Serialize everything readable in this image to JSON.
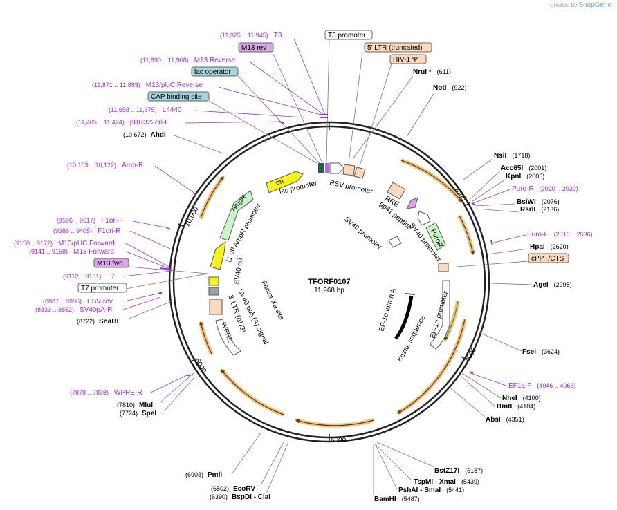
{
  "credit": {
    "prefix": "Created by",
    "brand": "SnapGene"
  },
  "plasmid": {
    "name": "TFORF0107",
    "length": 11968,
    "length_label": "11,968 bp"
  },
  "ticks": [
    {
      "pos": 2000,
      "label": "2000"
    },
    {
      "pos": 4000,
      "label": "4000"
    },
    {
      "pos": 6000,
      "label": "6000"
    },
    {
      "pos": 8000,
      "label": "8000"
    },
    {
      "pos": 10000,
      "label": "10,000"
    }
  ],
  "sites_right": [
    {
      "name": "NruI *",
      "pos_label": "(611)",
      "pos": 611
    },
    {
      "name": "NotI",
      "pos_label": "(922)",
      "pos": 922
    },
    {
      "name": "NsiI",
      "pos_label": "(1718)",
      "pos": 1718
    },
    {
      "name": "Acc65I",
      "pos_label": "(2001)",
      "pos": 2001
    },
    {
      "name": "KpnI",
      "pos_label": "(2005)",
      "pos": 2005
    },
    {
      "name": "BsiWI",
      "pos_label": "(2076)",
      "pos": 2076
    },
    {
      "name": "RsrII",
      "pos_label": "(2136)",
      "pos": 2136
    },
    {
      "name": "HpaI",
      "pos_label": "(2620)",
      "pos": 2620
    },
    {
      "name": "AgeI",
      "pos_label": "(2998)",
      "pos": 2998
    },
    {
      "name": "FseI",
      "pos_label": "(3624)",
      "pos": 3624
    },
    {
      "name": "NheI",
      "pos_label": "(4100)",
      "pos": 4100
    },
    {
      "name": "BmtI",
      "pos_label": "(4104)",
      "pos": 4104
    },
    {
      "name": "AbsI",
      "pos_label": "(4351)",
      "pos": 4351
    },
    {
      "name": "BstZ17I",
      "pos_label": "(5187)",
      "pos": 5187
    },
    {
      "name": "TspMI - XmaI",
      "pos_label": "(5439)",
      "pos": 5439
    },
    {
      "name": "PshAI - SmaI",
      "pos_label": "(5441)",
      "pos": 5441
    },
    {
      "name": "BamHI",
      "pos_label": "(5487)",
      "pos": 5487
    }
  ],
  "sites_left": [
    {
      "name": "AhdI",
      "pos_label": "(10,672)",
      "pos": 10672
    },
    {
      "name": "SnaBI",
      "pos_label": "(8722)",
      "pos": 8722
    },
    {
      "name": "MluI",
      "pos_label": "(7810)",
      "pos": 7810
    },
    {
      "name": "SpeI",
      "pos_label": "(7724)",
      "pos": 7724
    },
    {
      "name": "PmlI",
      "pos_label": "(6903)",
      "pos": 6903
    },
    {
      "name": "EcoRV",
      "pos_label": "(6502)",
      "pos": 6502
    },
    {
      "name": "BspDI - ClaI",
      "pos_label": "(6390)",
      "pos": 6390
    }
  ],
  "primers_left": [
    {
      "range": "(11,925 .. 11,945)",
      "name": "T3",
      "pos": 11935
    },
    {
      "range": "(11,890 .. 11,906)",
      "name": "M13 Reverse",
      "pos": 11898
    },
    {
      "range": "(11,871 .. 11,893)",
      "name": "M13/pUC Reverse",
      "pos": 11882
    },
    {
      "range": "(11,658 .. 11,675)",
      "name": "L4440",
      "pos": 11666
    },
    {
      "range": "(11,405 .. 11,424)",
      "name": "pBR322ori-F",
      "pos": 11414
    },
    {
      "range": "(10,103 .. 10,122)",
      "name": "Amp-R",
      "pos": 10112
    },
    {
      "range": "(9596 .. 9617)",
      "name": "F1ori-F",
      "pos": 9606
    },
    {
      "range": "(9386 .. 9405)",
      "name": "F1ori-R",
      "pos": 9395
    },
    {
      "range": "(9150 .. 9172)",
      "name": "M13/pUC Forward",
      "pos": 9161
    },
    {
      "range": "(9141 .. 9158)",
      "name": "M13 Forward",
      "pos": 9150
    },
    {
      "range": "(9112 .. 9131)",
      "name": "T7",
      "pos": 9121
    },
    {
      "range": "(8887 .. 8906)",
      "name": "EBV-rev",
      "pos": 8896
    },
    {
      "range": "(8833 .. 8852)",
      "name": "SV40pA-R",
      "pos": 8842
    },
    {
      "range": "(7878 .. 7898)",
      "name": "WPRE-R",
      "pos": 7888
    }
  ],
  "primers_right": [
    {
      "name": "Puro-R",
      "range": "(2020 .. 2039)",
      "pos": 2030
    },
    {
      "name": "Puro-F",
      "range": "(2516 .. 2536)",
      "pos": 2526
    },
    {
      "name": "EF1a-F",
      "range": "(4046 .. 4066)",
      "pos": 4056
    }
  ],
  "feature_boxes": [
    {
      "label": "T3 promoter",
      "kind": "promoter",
      "pos": 11960
    },
    {
      "label": "M13 rev",
      "kind": "primerbind",
      "pos": 11900
    },
    {
      "label": "lac operator",
      "kind": "misc",
      "pos": 11850
    },
    {
      "label": "CAP binding site",
      "kind": "misc",
      "pos": 11800
    },
    {
      "label": "M13 fwd",
      "kind": "primerbind",
      "pos": 9150
    },
    {
      "label": "T7 promoter",
      "kind": "promoter",
      "pos": 9110
    },
    {
      "label": "5' LTR (truncated)",
      "kind": "ltr",
      "pos": 200
    },
    {
      "label": "HIV-1 Ψ",
      "kind": "ltr",
      "pos": 400
    },
    {
      "label": "cPPT/CTS",
      "kind": "ltr",
      "pos": 2700
    }
  ],
  "inner_labels": [
    {
      "text": "RSV promoter"
    },
    {
      "text": "lac promoter"
    },
    {
      "text": "ori"
    },
    {
      "text": "AmpR"
    },
    {
      "text": "AmpR promoter"
    },
    {
      "text": "f1 ori"
    },
    {
      "text": "SV40 ori"
    },
    {
      "text": "RRE"
    },
    {
      "text": "gp41 peptide"
    },
    {
      "text": "SV40 promoter"
    },
    {
      "text": "SV40 promoter"
    },
    {
      "text": "PuroR"
    },
    {
      "text": "EF-1α promoter"
    },
    {
      "text": "EF-1α intron A"
    },
    {
      "text": "Kozak sequence"
    },
    {
      "text": "Factor Xa site"
    },
    {
      "text": "SV40 poly(A) signal"
    },
    {
      "text": "3' LTR (ΔU3)"
    },
    {
      "text": "WPRE"
    }
  ],
  "colors": {
    "backbone": "#222222",
    "orf_arc": "#f2c27c",
    "orf_arrow": "#5a3a10",
    "primer": "#9b30d9",
    "promoter_fill": "#ffffff",
    "ltr_fill": "#fbd9bd",
    "misc_fill": "#a6d3dd",
    "primerbind_fill": "#d9a6ea",
    "ori_fill": "#f6f21a",
    "ampr_fill": "#c9f5c8"
  }
}
